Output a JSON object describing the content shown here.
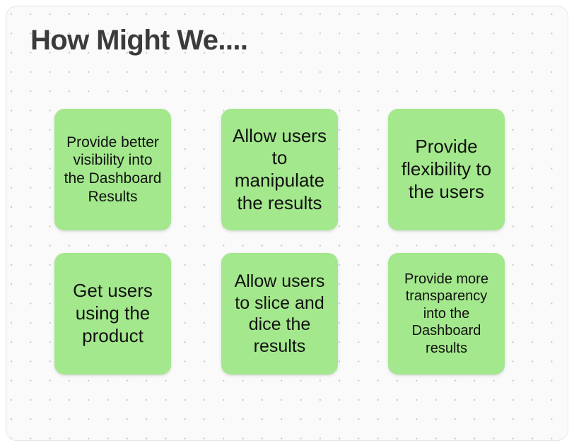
{
  "board": {
    "title": "How Might We....",
    "background_color": "#fafafa",
    "frame_border_color": "#e6e6e6",
    "dot_color": "#c9c9c9",
    "title_color": "#3b3b3b",
    "note_color": "#a3e88c",
    "note_text_color": "#111111"
  },
  "notes": [
    {
      "id": "note-1",
      "text": "Provide better visibility into the Dashboard Results",
      "color": "#a3e88c",
      "size": "fs-sm"
    },
    {
      "id": "note-2",
      "text": "Allow users to manipulate the results",
      "color": "#a3e88c",
      "size": "fs-lg"
    },
    {
      "id": "note-3",
      "text": "Provide flexibility to the users",
      "color": "#a3e88c",
      "size": "fs-lg"
    },
    {
      "id": "note-4",
      "text": "Get users using the product",
      "color": "#a3e88c",
      "size": "fs-lg"
    },
    {
      "id": "note-5",
      "text": "Allow users to slice and dice the results",
      "color": "#a3e88c",
      "size": "fs-md"
    },
    {
      "id": "note-6",
      "text": "Provide more transparency into the Dashboard results",
      "color": "#a3e88c",
      "size": "fs-xs"
    }
  ]
}
